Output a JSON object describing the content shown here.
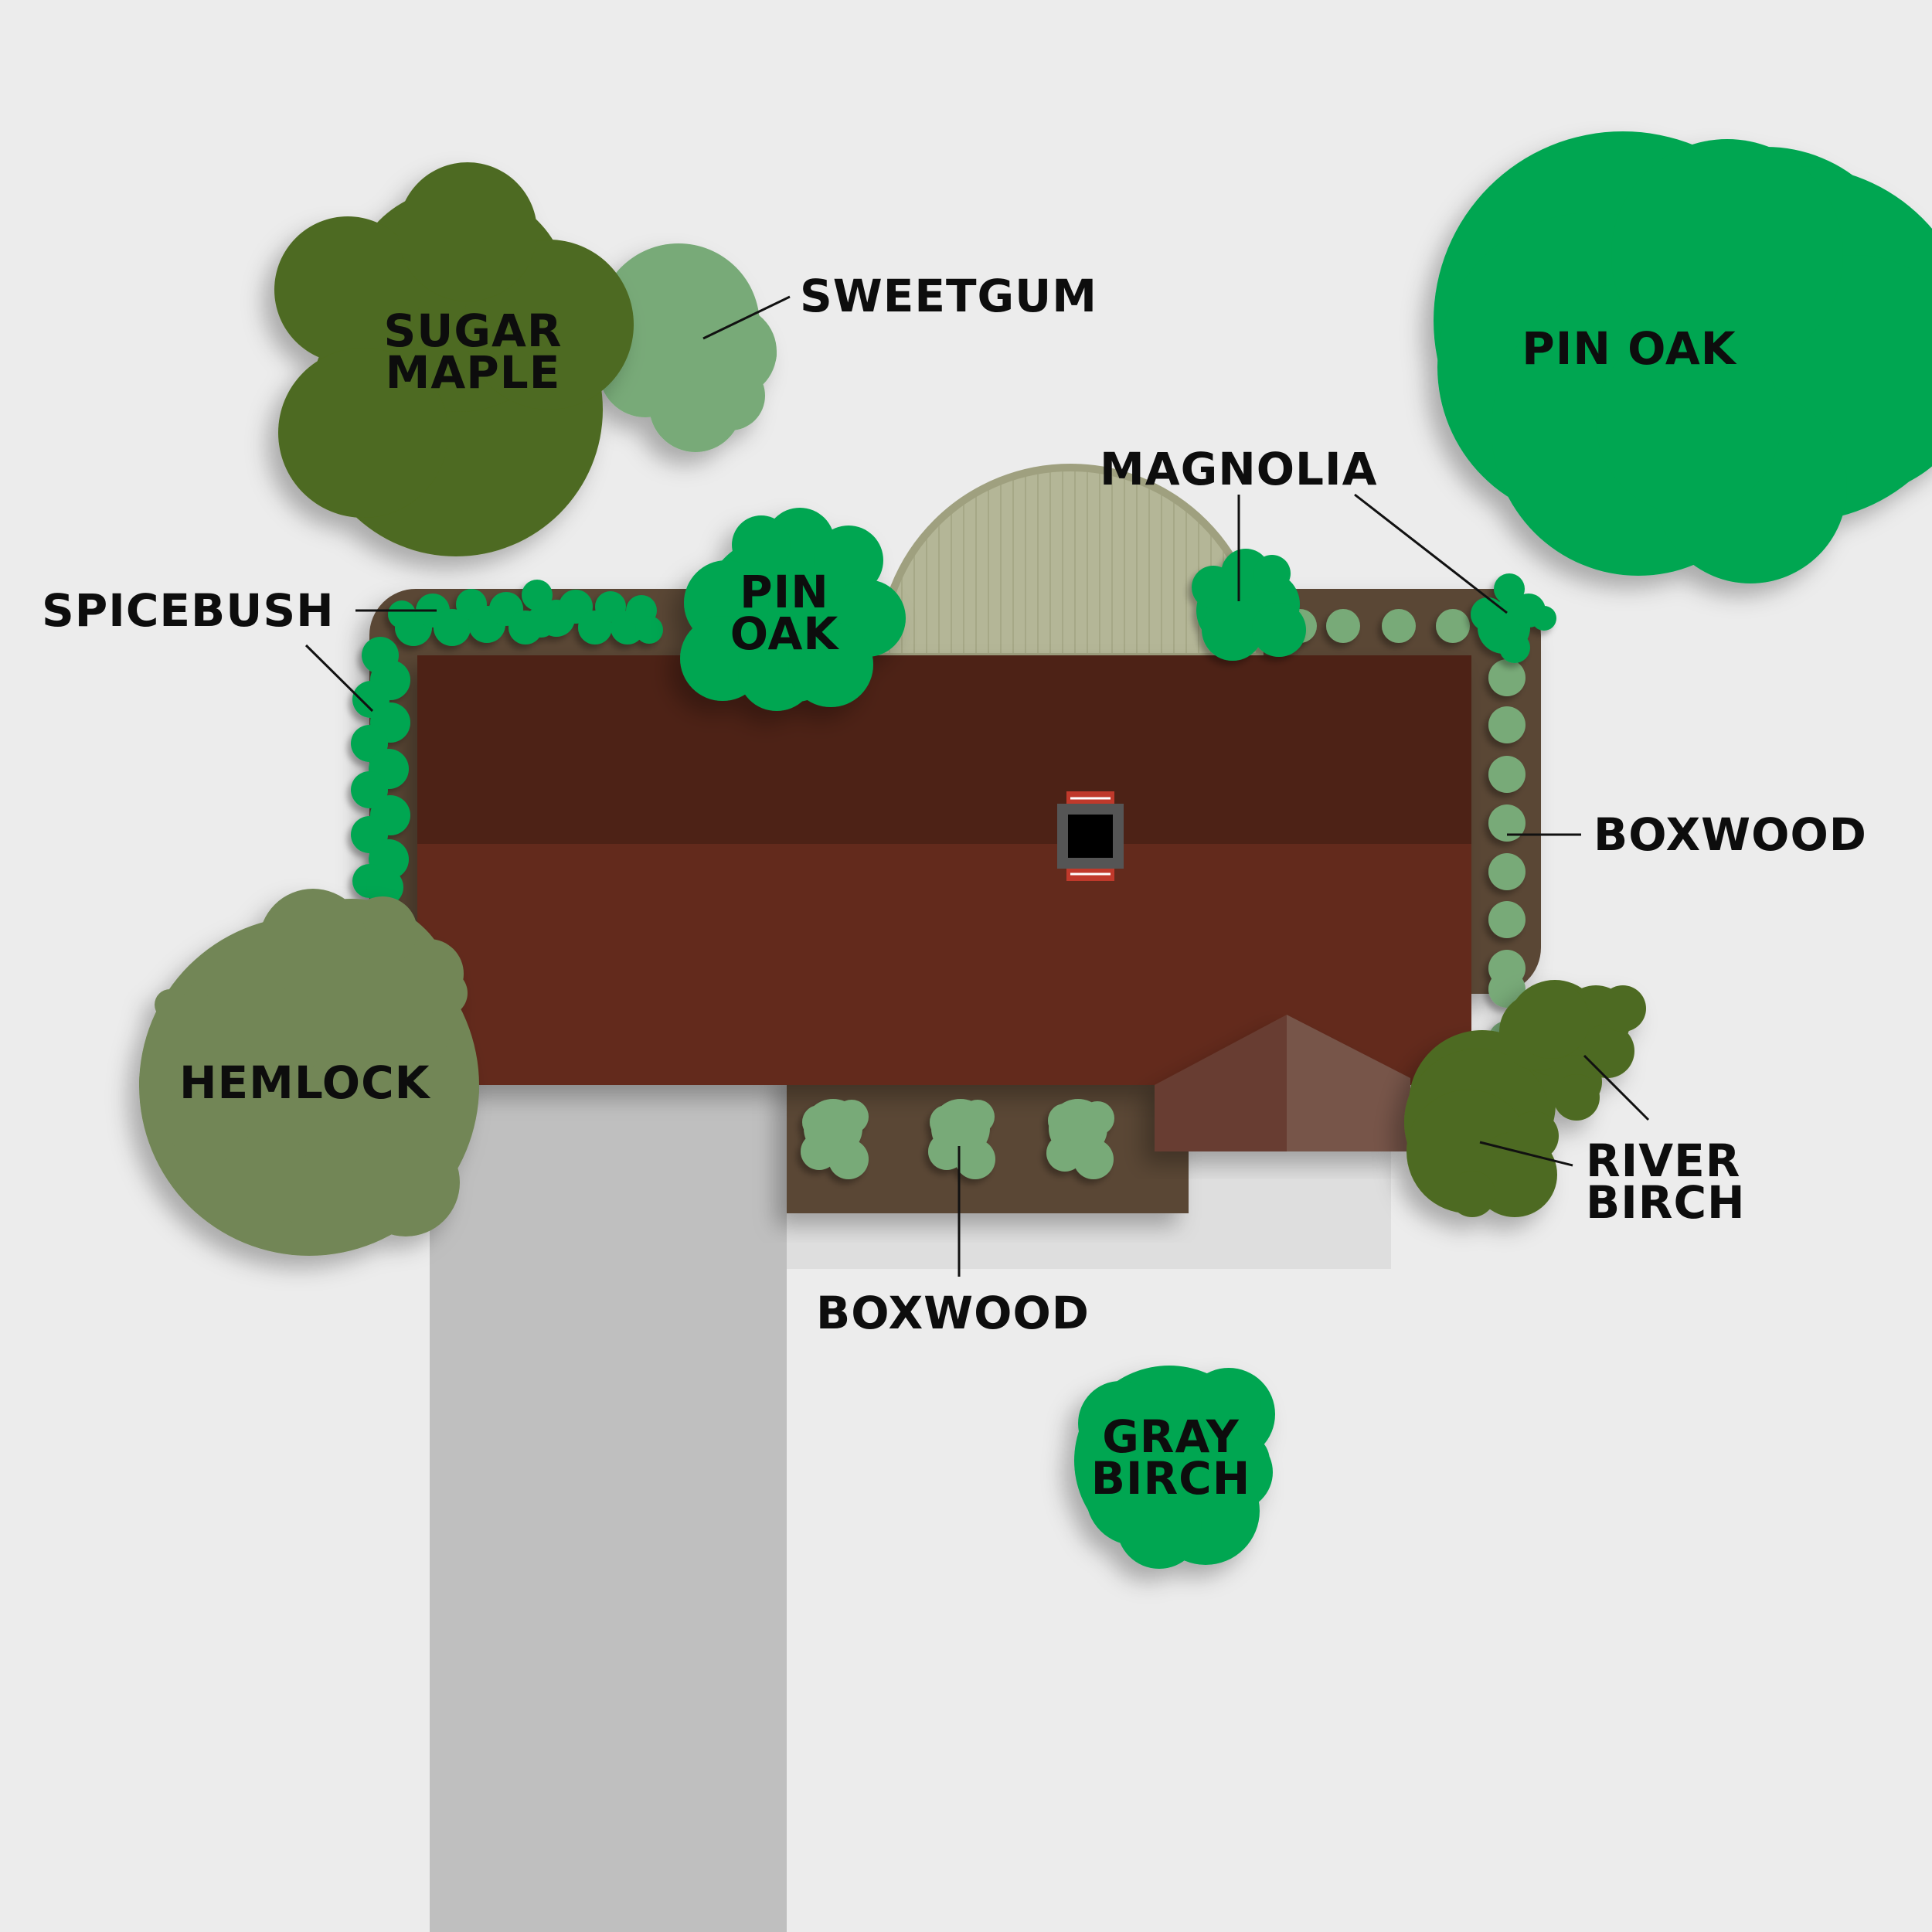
{
  "labels": {
    "sugar_maple": "SUGAR\nMAPLE",
    "sweetgum": "SWEETGUM",
    "pin_oak_large": "PIN OAK",
    "magnolia": "MAGNOLIA",
    "spicebush": "SPICEBUSH",
    "pin_oak_small": "PIN\nOAK",
    "boxwood_right": "BOXWOOD",
    "hemlock": "HEMLOCK",
    "river_birch": "RIVER\nBIRCH",
    "boxwood_front": "BOXWOOD",
    "gray_birch": "GRAY\nBIRCH"
  },
  "colors": {
    "background": "#ececec",
    "driveway": "#bfbfbf",
    "walkway": "#dedede",
    "bed_mulch": "#5a4635",
    "roof_dark": "#4e2318",
    "roof_light": "#642c1e",
    "porch_roof_left": "#673e32",
    "porch_roof_right": "#77554a",
    "patio": "#b4b697",
    "bright_green": "#00a651",
    "olive_green": "#4e6b20",
    "sage_green": "#78aa78",
    "hemlock_green": "#728656"
  }
}
